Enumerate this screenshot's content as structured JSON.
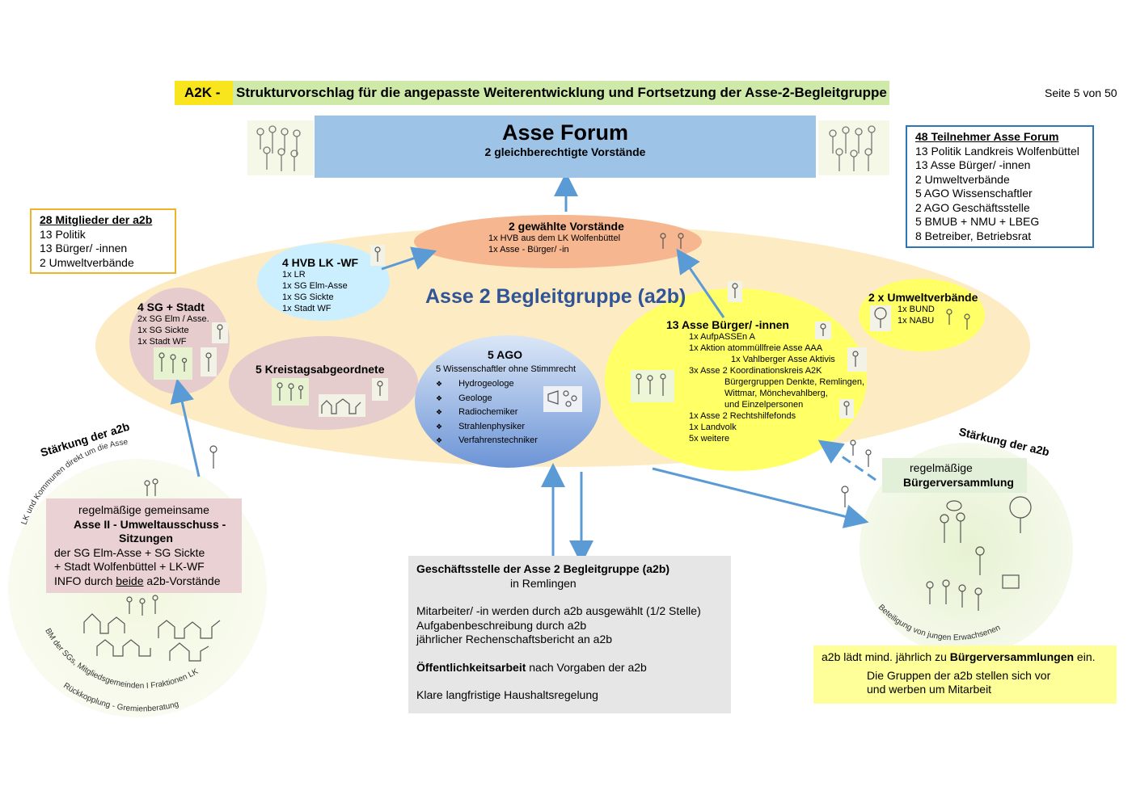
{
  "header": {
    "tag": "A2K  -",
    "title": "Strukturvorschlag für die angepasste Weiterentwicklung und Fortsetzung der Asse-2-Begleitgruppe",
    "page": "Seite 5 von 50"
  },
  "forum": {
    "title": "Asse Forum",
    "subtitle": "2 gleichberechtigte Vorstände"
  },
  "forum_members": {
    "heading": "48 Teilnehmer Asse Forum",
    "lines": [
      "13 Politik Landkreis Wolfenbüttel",
      "13 Asse Bürger/ -innen",
      "2 Umweltverbände",
      "5 AGO Wissenschaftler",
      "2 AGO Geschäftsstelle",
      "5 BMUB + NMU + LBEG",
      "8 Betreiber, Betriebsrat"
    ]
  },
  "a2b_members": {
    "heading": "28 Mitglieder der a2b",
    "lines": [
      "13 Politik",
      "13 Bürger/ -innen",
      "2 Umweltverbände"
    ]
  },
  "main_title": "Asse 2  Begleitgruppe (a2b)",
  "vorstaende": {
    "title": "2 gewählte Vorstände",
    "lines": [
      "1x  HVB aus dem LK Wolfenbüttel",
      "1x  Asse - Bürger/ -in"
    ]
  },
  "hvb": {
    "title": "4 HVB LK -WF",
    "lines": [
      "1x  LR",
      "1x  SG Elm-Asse",
      "1x  SG Sickte",
      "1x  Stadt WF"
    ]
  },
  "sg_stadt": {
    "title": "4 SG + Stadt",
    "lines": [
      "2x  SG Elm / Asse.",
      "1x  SG Sickte",
      "1x  Stadt WF"
    ]
  },
  "kreistag": {
    "title": "5 Kreistagsabgeordnete"
  },
  "ago": {
    "title": "5 AGO",
    "subtitle": "5 Wissenschaftler ohne Stimmrecht",
    "items": [
      "Hydrogeologe",
      "Geologe",
      "Radiochemiker",
      "Strahlenphysiker",
      "Verfahrenstechniker"
    ]
  },
  "buerger": {
    "title": "13 Asse Bürger/ -innen",
    "lines": [
      "1x  AufpASSEn  A",
      "1x  Aktion atommüllfreie Asse AAA",
      "1x  Vahlberger Asse Aktivis",
      "3x  Asse 2 Koordinationskreis A2K",
      "Bürgergruppen Denkte, Remlingen,",
      "Wittmar, Mönchevahlberg,",
      "und Einzelpersonen",
      "1x Asse 2 Rechtshilfefonds",
      "1x  Landvolk",
      "5x  weitere"
    ]
  },
  "umwelt": {
    "title": "2 x Umweltverbände",
    "lines": [
      "1x  BUND",
      "1x  NABU"
    ]
  },
  "staerkung_left": "Stärkung der a2b",
  "staerkung_right": "Stärkung der a2b",
  "arc_left_top": "LK und Kommunen direkt um die Asse",
  "arc_left_bottom1": "BM der SGs, Mitgliedsgemeinden I Fraktionen LK",
  "arc_left_bottom2": "Rückkopplung  -  Gremienberatung",
  "arc_right": "Beteiligung von jungen Erwachsenen",
  "ausschuss": {
    "line1": "regelmäßige gemeinsame",
    "line2": "Asse II - Umweltausschuss -",
    "line3": "Sitzungen",
    "line4": "der SG Elm-Asse + SG Sickte",
    "line5": "+ Stadt Wolfenbüttel + LK-WF",
    "line6_pre": "INFO durch ",
    "line6_u": "beide",
    "line6_post": " a2b-Vorstände"
  },
  "geschaeft": {
    "title": "Geschäftsstelle der Asse 2 Begleitgruppe  (a2b)",
    "subtitle": "in Remlingen",
    "l1": "Mitarbeiter/ -in werden durch a2b ausgewählt (1/2 Stelle)",
    "l2": "Aufgabenbeschreibung durch a2b",
    "l3": "jährlicher Rechenschaftsbericht an a2b",
    "l4_bold": "Öffentlichkeitsarbeit",
    "l4_rest": " nach Vorgaben der a2b",
    "l5": "Klare langfristige Haushaltsregelung"
  },
  "buergerversammlung": {
    "line1": "regelmäßige",
    "line2": "Bürgerversammlung"
  },
  "yellow_note": {
    "pre": "a2b lädt mind. jährlich zu ",
    "bold": "Bürgerversammlungen",
    "post": " ein.",
    "l2": "Die Gruppen der a2b stellen sich vor",
    "l3": "und werben um Mitarbeit"
  },
  "colors": {
    "accent_blue": "#2f5597",
    "forum_blue": "#9dc3e6",
    "arrow_blue": "#5b9bd5",
    "header_yellow": "#f9e51e",
    "header_green": "#cfe9a8"
  }
}
